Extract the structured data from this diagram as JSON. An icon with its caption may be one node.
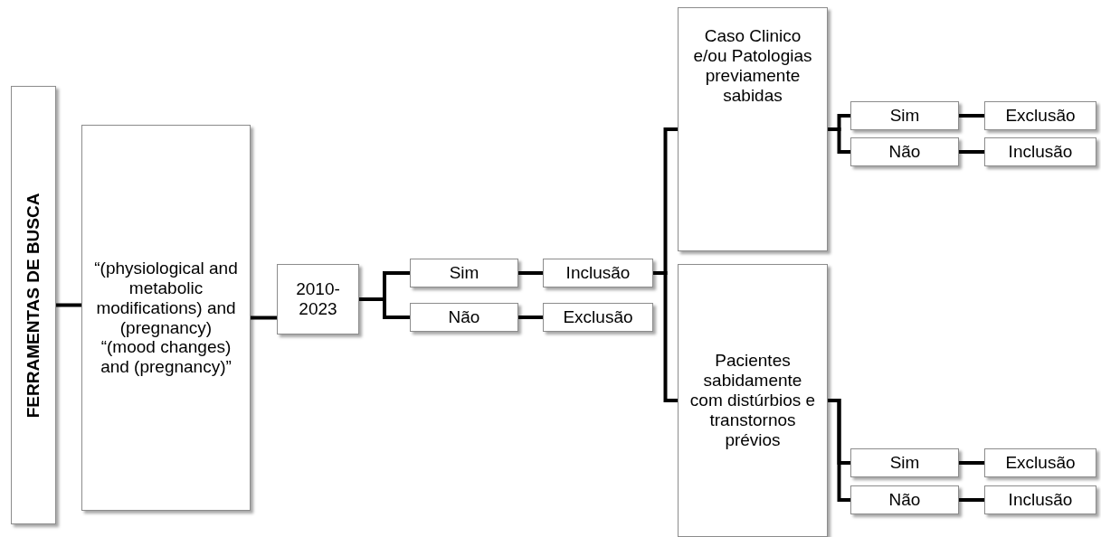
{
  "diagram": {
    "nodes": [
      {
        "text": [
          "FERRAMENTAS DE BUSCA"
        ]
      },
      {
        "text": [
          "“(physiological and metabolic modifications) and (pregnancy) “(mood changes) and (pregnancy)”"
        ]
      },
      {
        "text": [
          "2010-2023"
        ]
      },
      {
        "text": [
          "Sim"
        ]
      },
      {
        "text": [
          "Não"
        ]
      },
      {
        "text": [
          "Inclusão"
        ]
      },
      {
        "text": [
          "Exclusão"
        ]
      },
      {
        "text": [
          "Caso Clinico e/ou Patologias previamente sabidas"
        ]
      },
      {
        "text": [
          "Pacientes sabidamente com distúrbios e transtornos prévios"
        ]
      },
      {
        "text": [
          "Sim"
        ]
      },
      {
        "text": [
          "Não"
        ]
      },
      {
        "text": [
          "Exclusão"
        ]
      },
      {
        "text": [
          "Inclusão"
        ]
      },
      {
        "text": [
          "Sim"
        ]
      },
      {
        "text": [
          "Não"
        ]
      },
      {
        "text": [
          "Exclusão"
        ]
      },
      {
        "text": [
          "Inclusão"
        ]
      }
    ],
    "edges": [
      {
        "from": 0,
        "to": 1,
        "arrow": "none"
      },
      {
        "from": 1,
        "to": 2,
        "arrow": "none"
      },
      {
        "from": 2,
        "to": 3,
        "arrow": "none"
      },
      {
        "from": 2,
        "to": 4,
        "arrow": "none"
      },
      {
        "from": 3,
        "to": 5,
        "arrow": "none"
      },
      {
        "from": 4,
        "to": 6,
        "arrow": "none"
      },
      {
        "from": 5,
        "to": 7,
        "arrow": "none"
      },
      {
        "from": 5,
        "to": 8,
        "arrow": "none"
      },
      {
        "from": 7,
        "to": 9,
        "arrow": "none"
      },
      {
        "from": 7,
        "to": 10,
        "arrow": "none"
      },
      {
        "from": 9,
        "to": 11,
        "arrow": "none"
      },
      {
        "from": 10,
        "to": 12,
        "arrow": "none"
      },
      {
        "from": 8,
        "to": 13,
        "arrow": "none"
      },
      {
        "from": 8,
        "to": 14,
        "arrow": "none"
      },
      {
        "from": 13,
        "to": 15,
        "arrow": "none"
      },
      {
        "from": 14,
        "to": 16,
        "arrow": "none"
      }
    ]
  }
}
